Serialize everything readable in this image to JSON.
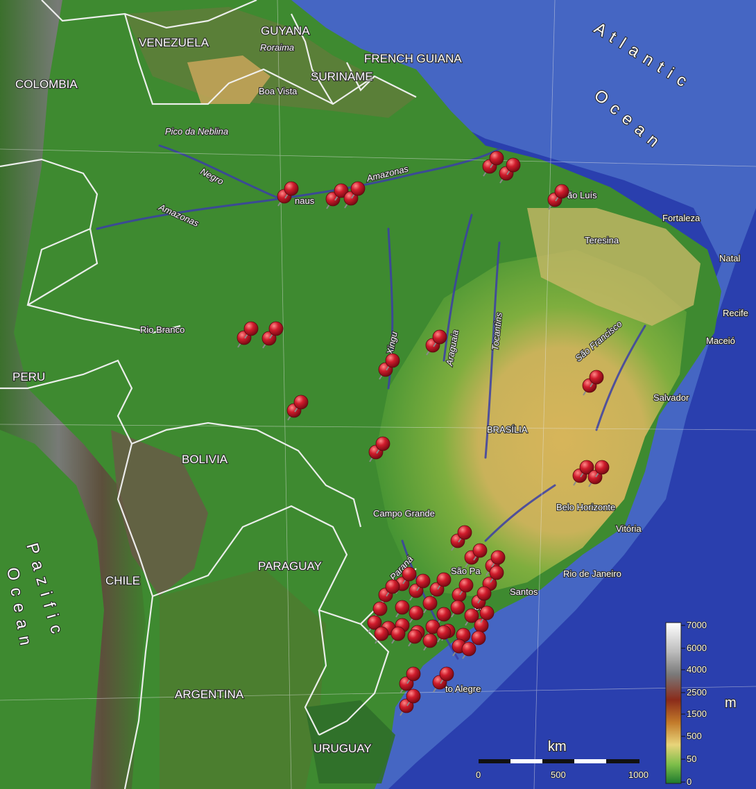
{
  "map": {
    "countries": [
      {
        "name": "VENEZUELA"
      },
      {
        "name": "GUYANA"
      },
      {
        "name": "SURINAME"
      },
      {
        "name": "FRENCH GUIANA"
      },
      {
        "name": "COLOMBIA"
      },
      {
        "name": "PERU"
      },
      {
        "name": "BOLIVIA"
      },
      {
        "name": "CHILE"
      },
      {
        "name": "PARAGUAY"
      },
      {
        "name": "ARGENTINA"
      },
      {
        "name": "URUGUAY"
      }
    ],
    "cities": [
      {
        "name": "Boa Vista"
      },
      {
        "name": "Pico da Neblina"
      },
      {
        "name": "naus"
      },
      {
        "name": "ão Luís"
      },
      {
        "name": "Fortaleza"
      },
      {
        "name": "Teresina"
      },
      {
        "name": "Natal"
      },
      {
        "name": "Recife"
      },
      {
        "name": "Maceió"
      },
      {
        "name": "Rio Branco"
      },
      {
        "name": "Salvador"
      },
      {
        "name": "BRASÍLIA"
      },
      {
        "name": "Belo Horizonte"
      },
      {
        "name": "Vitória"
      },
      {
        "name": "Campo Grande"
      },
      {
        "name": "Rio de Janeiro"
      },
      {
        "name": "São Pa"
      },
      {
        "name": "Santos"
      },
      {
        "name": "ba"
      },
      {
        "name": "to Alegre"
      },
      {
        "name": "Roraima"
      }
    ],
    "rivers": [
      {
        "name": "Negro"
      },
      {
        "name": "Amazonas"
      },
      {
        "name": "Amazonas"
      },
      {
        "name": "Xingu"
      },
      {
        "name": "Araguaia"
      },
      {
        "name": "Tocantins"
      },
      {
        "name": "São Francisco"
      },
      {
        "name": "Paraná"
      }
    ],
    "oceans": [
      {
        "name": "A t l a n t i c"
      },
      {
        "name": "O c e a n"
      },
      {
        "name": "P a z i f i c"
      },
      {
        "name": "O c e a n"
      }
    ],
    "pins": {
      "count": 70,
      "color": "#c8102e"
    },
    "colors": {
      "ocean": "#2a3fae",
      "ocean_shallow": "#7fb2e8",
      "lowland": "#2f8a2f",
      "plateau": "#d8b858",
      "highland": "#8a5a3a",
      "andes": "#6e6e6e"
    }
  },
  "legend": {
    "unit": "m",
    "ticks": [
      "7000",
      "6000",
      "4000",
      "2500",
      "1500",
      "500",
      "50",
      "0"
    ],
    "colors": [
      "#ffffff",
      "#bdbdbd",
      "#7a7a7a",
      "#8a2b1a",
      "#c27a2a",
      "#e8d47a",
      "#7fbf4a",
      "#1d7a2e"
    ]
  },
  "scale": {
    "unit": "km",
    "ticks": [
      "0",
      "500",
      "1000"
    ]
  }
}
